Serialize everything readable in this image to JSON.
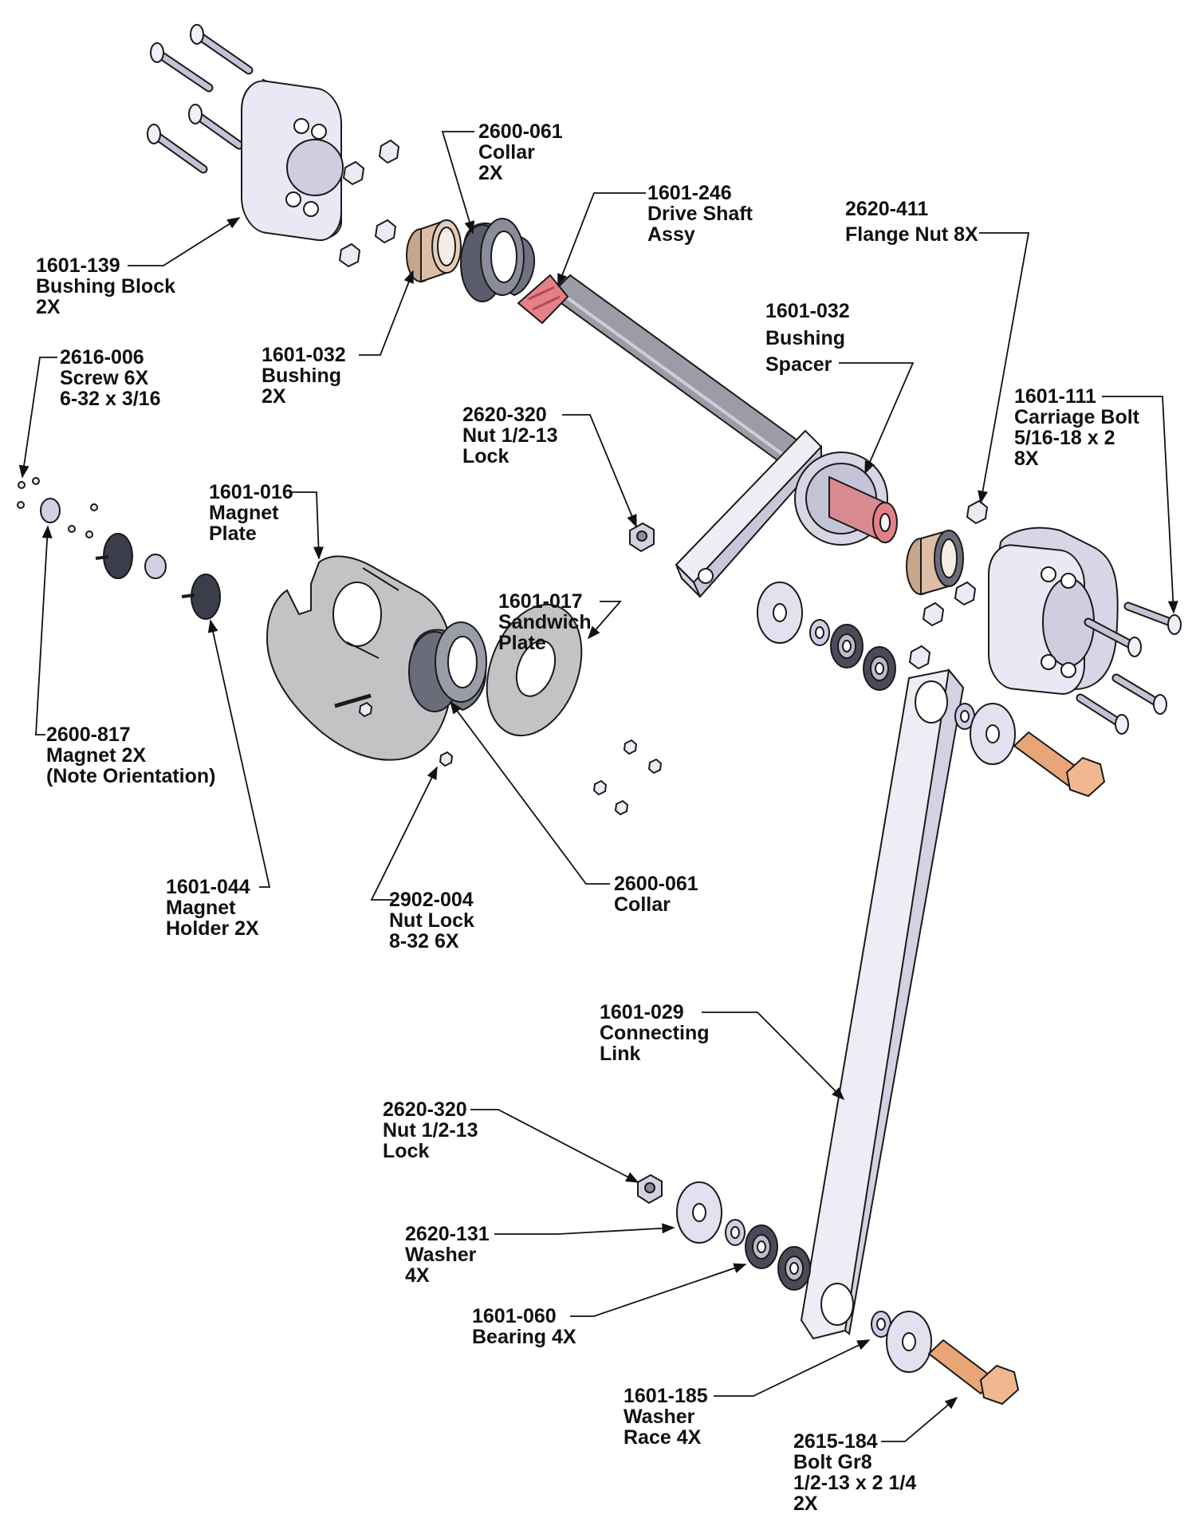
{
  "colors": {
    "outline": "#1a1a1a",
    "part_lavender": "#e6e4f2",
    "part_lavender_dark": "#b9b6cf",
    "shaft": "#9c9aa6",
    "spline_red": "#e0737b",
    "plate_gray": "#bcbcbc",
    "magnet_holder": "#3c3d4a",
    "bronze": "#d9b49a",
    "bolt_orange": "#eaa877"
  },
  "callouts": [
    {
      "id": "bushing-block",
      "lines": [
        "1601-139",
        "Bushing Block",
        "2X"
      ]
    },
    {
      "id": "collar-top",
      "lines": [
        "2600-061",
        "Collar",
        "2X"
      ]
    },
    {
      "id": "drive-shaft",
      "lines": [
        "1601-246",
        "Drive Shaft",
        "Assy"
      ]
    },
    {
      "id": "flange-nut",
      "lines": [
        "2620-411",
        "Flange Nut 8X"
      ]
    },
    {
      "id": "bushing-spacer",
      "lines": [
        "1601-032",
        "Bushing",
        "Spacer"
      ]
    },
    {
      "id": "bushing-left",
      "lines": [
        "1601-032",
        "Bushing",
        "2X"
      ]
    },
    {
      "id": "screw",
      "lines": [
        "2616-006",
        "Screw  6X",
        "6-32 x 3/16"
      ]
    },
    {
      "id": "carriage-bolt",
      "lines": [
        "1601-111",
        "Carriage Bolt",
        "5/16-18 x 2",
        "8X"
      ]
    },
    {
      "id": "nut-lock-top",
      "lines": [
        "2620-320",
        "Nut 1/2-13",
        "Lock"
      ]
    },
    {
      "id": "magnet-plate",
      "lines": [
        "1601-016",
        "Magnet",
        "Plate"
      ]
    },
    {
      "id": "sandwich-plate",
      "lines": [
        "1601-017",
        "Sandwich",
        "Plate"
      ]
    },
    {
      "id": "magnet",
      "lines": [
        "2600-817",
        "Magnet 2X",
        "(Note Orientation)"
      ]
    },
    {
      "id": "magnet-holder",
      "lines": [
        "1601-044",
        "Magnet",
        "Holder 2X"
      ]
    },
    {
      "id": "nut-lock-small",
      "lines": [
        "2902-004",
        "Nut Lock",
        "8-32  6X"
      ]
    },
    {
      "id": "collar-mid",
      "lines": [
        "2600-061",
        "Collar"
      ]
    },
    {
      "id": "connecting-link",
      "lines": [
        "1601-029",
        "Connecting",
        "Link"
      ]
    },
    {
      "id": "nut-lock-bottom",
      "lines": [
        "2620-320",
        "Nut 1/2-13",
        "Lock"
      ]
    },
    {
      "id": "washer",
      "lines": [
        "2620-131",
        "Washer",
        "4X"
      ]
    },
    {
      "id": "bearing",
      "lines": [
        "1601-060",
        "Bearing 4X"
      ]
    },
    {
      "id": "washer-race",
      "lines": [
        "1601-185",
        "Washer",
        "Race  4X"
      ]
    },
    {
      "id": "bolt-gr8",
      "lines": [
        "2615-184",
        "Bolt Gr8",
        "1/2-13 x 2 1/4",
        "2X"
      ]
    }
  ]
}
